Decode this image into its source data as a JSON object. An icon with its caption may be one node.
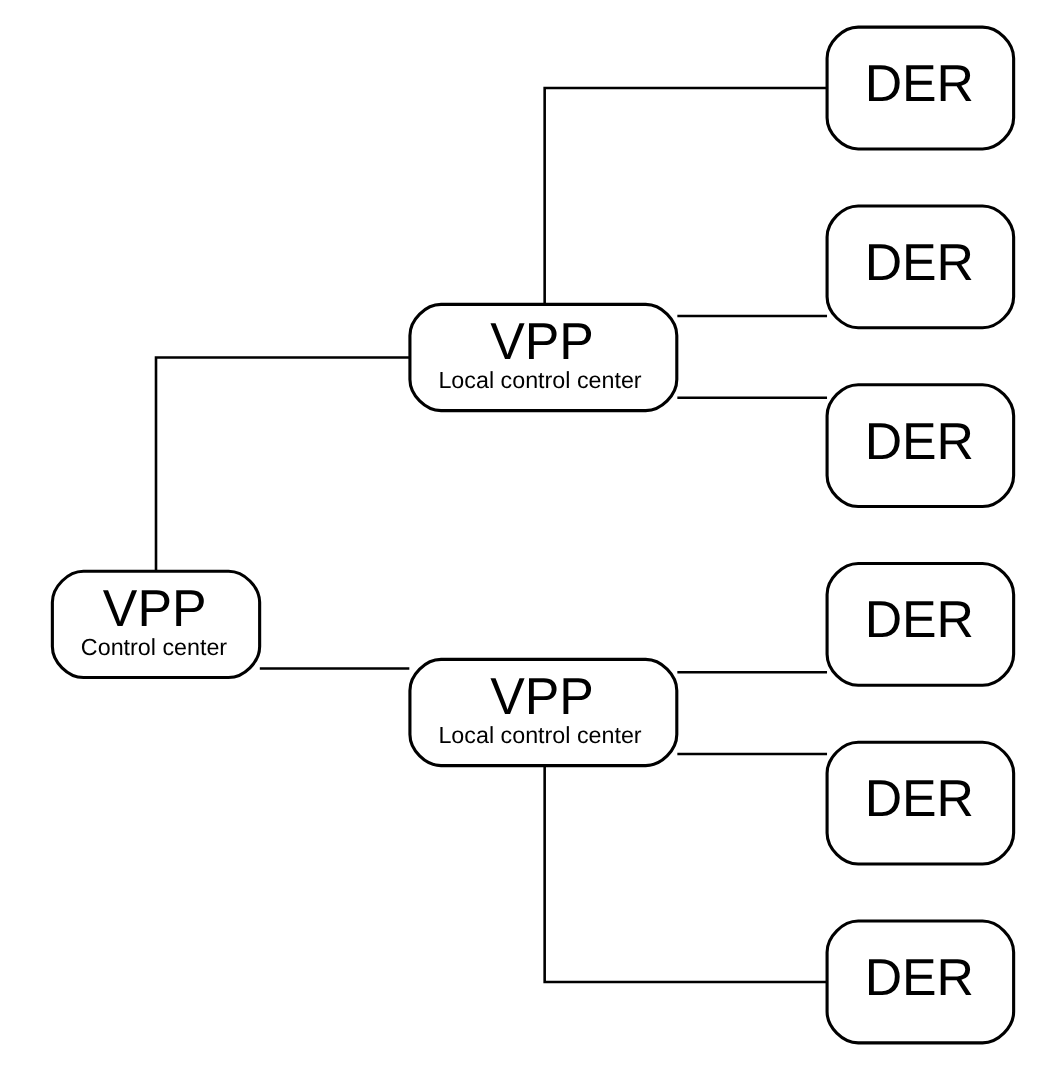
{
  "diagram": {
    "nodes": [
      {
        "text": [
          "VPP",
          "Control center"
        ]
      },
      {
        "text": [
          "VPP",
          "Local control center"
        ]
      },
      {
        "text": [
          "VPP",
          "Local control center"
        ]
      },
      {
        "text": [
          "DER"
        ]
      },
      {
        "text": [
          "DER"
        ]
      },
      {
        "text": [
          "DER"
        ]
      },
      {
        "text": [
          "DER"
        ]
      },
      {
        "text": [
          "DER"
        ]
      },
      {
        "text": [
          "DER"
        ]
      }
    ],
    "edges": [
      {
        "from": 0,
        "to": 1,
        "arrow": "none"
      },
      {
        "from": 0,
        "to": 2,
        "arrow": "none"
      },
      {
        "from": 1,
        "to": 3,
        "arrow": "none"
      },
      {
        "from": 1,
        "to": 4,
        "arrow": "none"
      },
      {
        "from": 1,
        "to": 5,
        "arrow": "none"
      },
      {
        "from": 2,
        "to": 6,
        "arrow": "none"
      },
      {
        "from": 2,
        "to": 7,
        "arrow": "none"
      },
      {
        "from": 2,
        "to": 8,
        "arrow": "none"
      }
    ]
  }
}
